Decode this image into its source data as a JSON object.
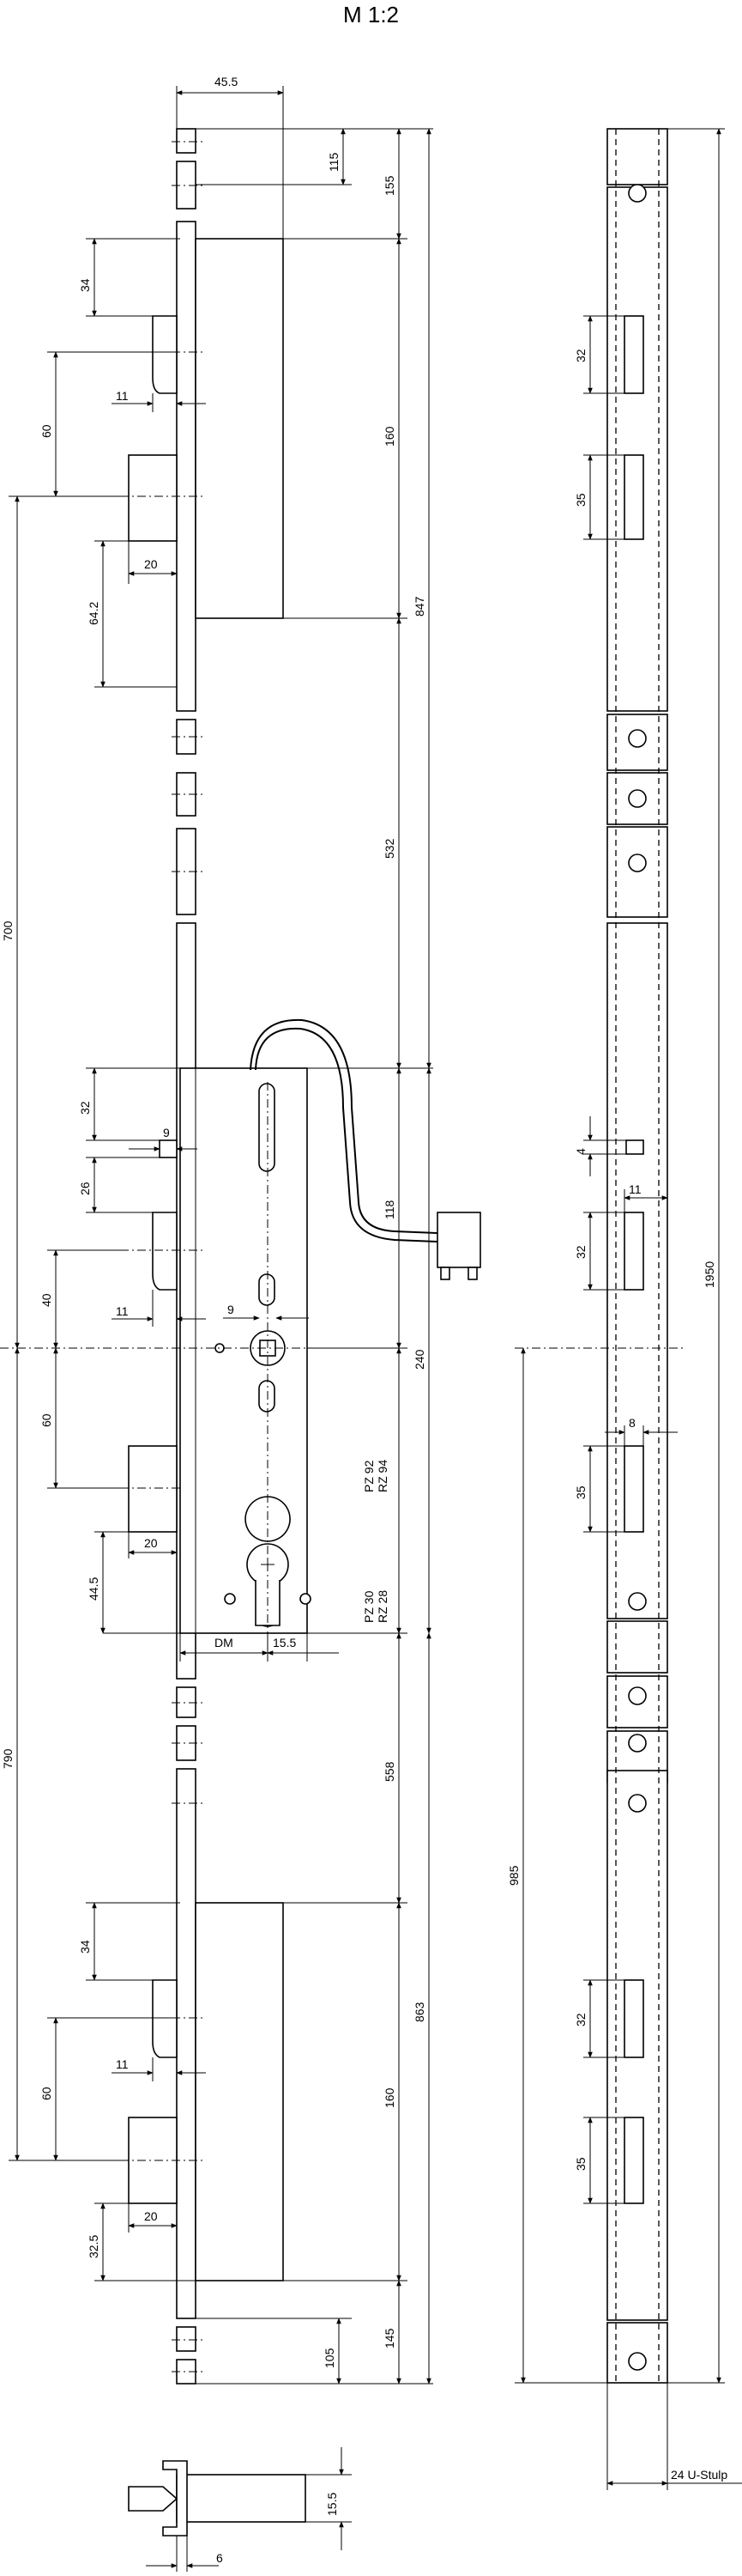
{
  "title": "M 1:2",
  "labels": {
    "w455": "45.5",
    "d115": "115",
    "d155": "155",
    "d34a": "34",
    "d11a": "11",
    "d60a": "60",
    "d160a": "160",
    "d847": "847",
    "d20a": "20",
    "d642": "64.2",
    "d532": "532",
    "d700": "700",
    "d32b": "32",
    "d9a": "9",
    "d26": "26",
    "d118": "118",
    "d40": "40",
    "d9b": "9",
    "d11b": "11",
    "d240": "240",
    "d60b": "60",
    "pz92": "PZ 92",
    "rz94": "RZ 94",
    "d20b": "20",
    "d445": "44.5",
    "pz30": "PZ 30",
    "rz28": "RZ 28",
    "dm": "DM",
    "d155b": "15.5",
    "d790": "790",
    "d558": "558",
    "d34c": "34",
    "d863": "863",
    "d11c": "11",
    "d60c": "60",
    "d160c": "160",
    "d325": "32.5",
    "d20c": "20",
    "d145": "145",
    "d105": "105",
    "d155c": "15.5",
    "d6": "6",
    "r32a": "32",
    "r35a": "35",
    "r4": "4",
    "r11": "11",
    "r32b": "32",
    "r1950": "1950",
    "r8": "8",
    "r35b": "35",
    "r985": "985",
    "r32c": "32",
    "r35c": "35",
    "r24": "24 U-Stulp"
  }
}
